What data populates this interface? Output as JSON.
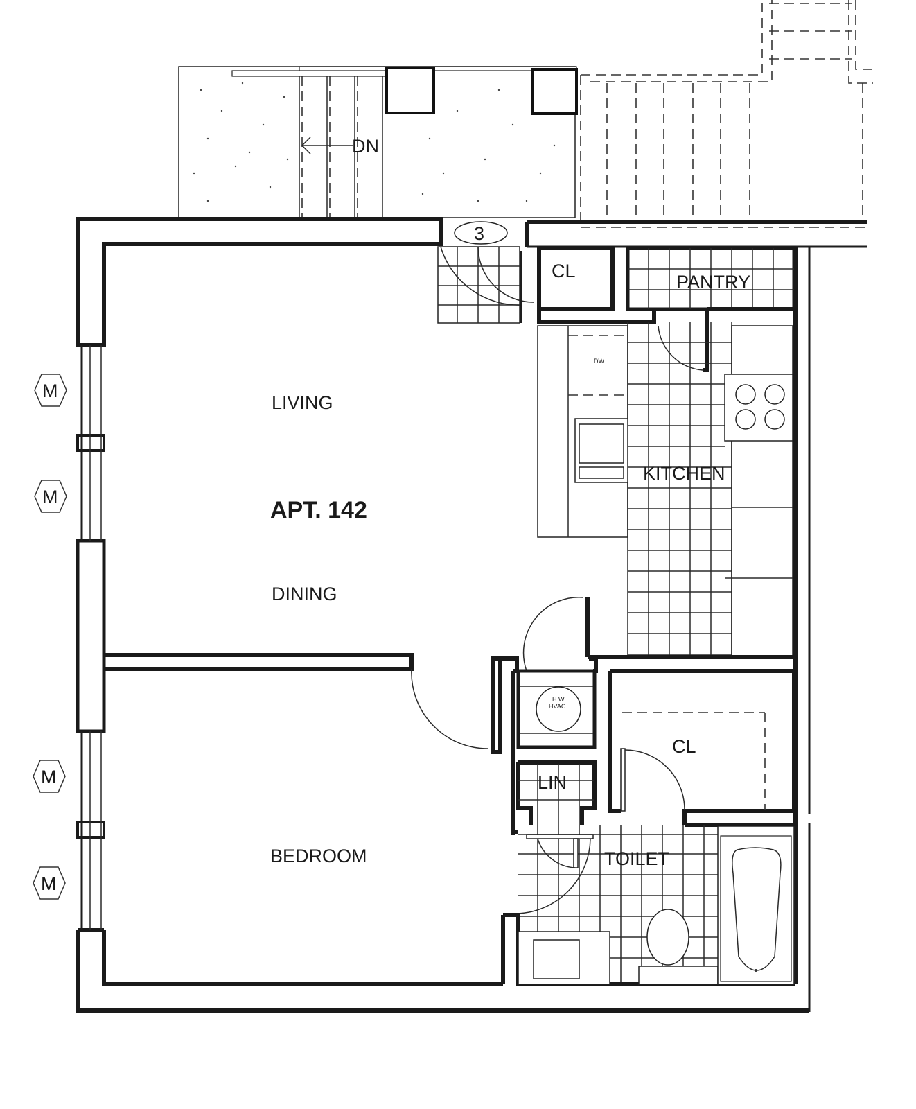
{
  "plan": {
    "title": "APT. 142",
    "rooms": {
      "living": "LIVING",
      "dining": "DINING",
      "bedroom": "BEDROOM",
      "kitchen": "KITCHEN",
      "pantry": "PANTRY",
      "closet_entry": "CL",
      "closet_hall": "CL",
      "linen": "LIN",
      "toilet": "TOILET"
    },
    "fixtures": {
      "dishwasher": "DW",
      "hw_line1": "H.W.",
      "hw_line2": "HVAC"
    },
    "stair_label": "DN",
    "door_tag": "3",
    "window_tags": [
      "M",
      "M",
      "M",
      "M"
    ]
  }
}
